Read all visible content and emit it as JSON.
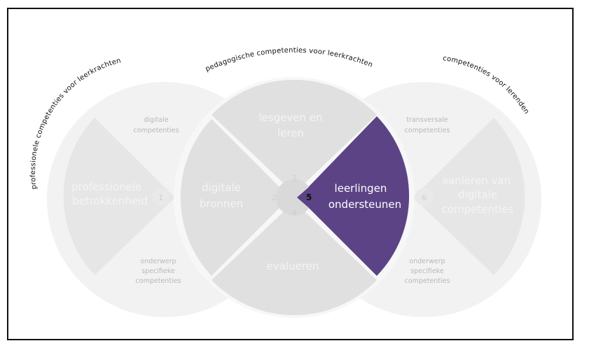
{
  "arc_labels": {
    "left": "professionele competenties voor leerkrachten",
    "middle": "pedagogische competenties voor leerkrachten",
    "right": "competenties voor lerenden"
  },
  "areas": {
    "a1": {
      "number": "1",
      "line1": "professionele",
      "line2": "betrokkenheid"
    },
    "a2": {
      "number": "2",
      "line1": "digitale",
      "line2": "bronnen"
    },
    "a3": {
      "number": "3",
      "line1": "lesgeven en",
      "line2": "leren"
    },
    "a4": {
      "number": "4",
      "line1": "evalueren"
    },
    "a5": {
      "number": "5",
      "line1": "leerlingen",
      "line2": "ondersteunen"
    },
    "a6": {
      "number": "6",
      "line1": "aanleren van",
      "line2": "digitale",
      "line3": "competenties"
    }
  },
  "side_labels": {
    "left_top": {
      "line1": "digitale",
      "line2": "competenties"
    },
    "left_bottom": {
      "line1": "onderwerp",
      "line2": "specifieke",
      "line3": "competenties"
    },
    "right_top": {
      "line1": "transversale",
      "line2": "competenties"
    },
    "right_bottom": {
      "line1": "onderwerp",
      "line2": "specifieke",
      "line3": "competenties"
    }
  },
  "colors": {
    "highlight": "#5b4385",
    "outer_circle": "#f2f2f2",
    "inner_shape": "#e2e2e2",
    "center_circle": "#d6d6d6"
  }
}
